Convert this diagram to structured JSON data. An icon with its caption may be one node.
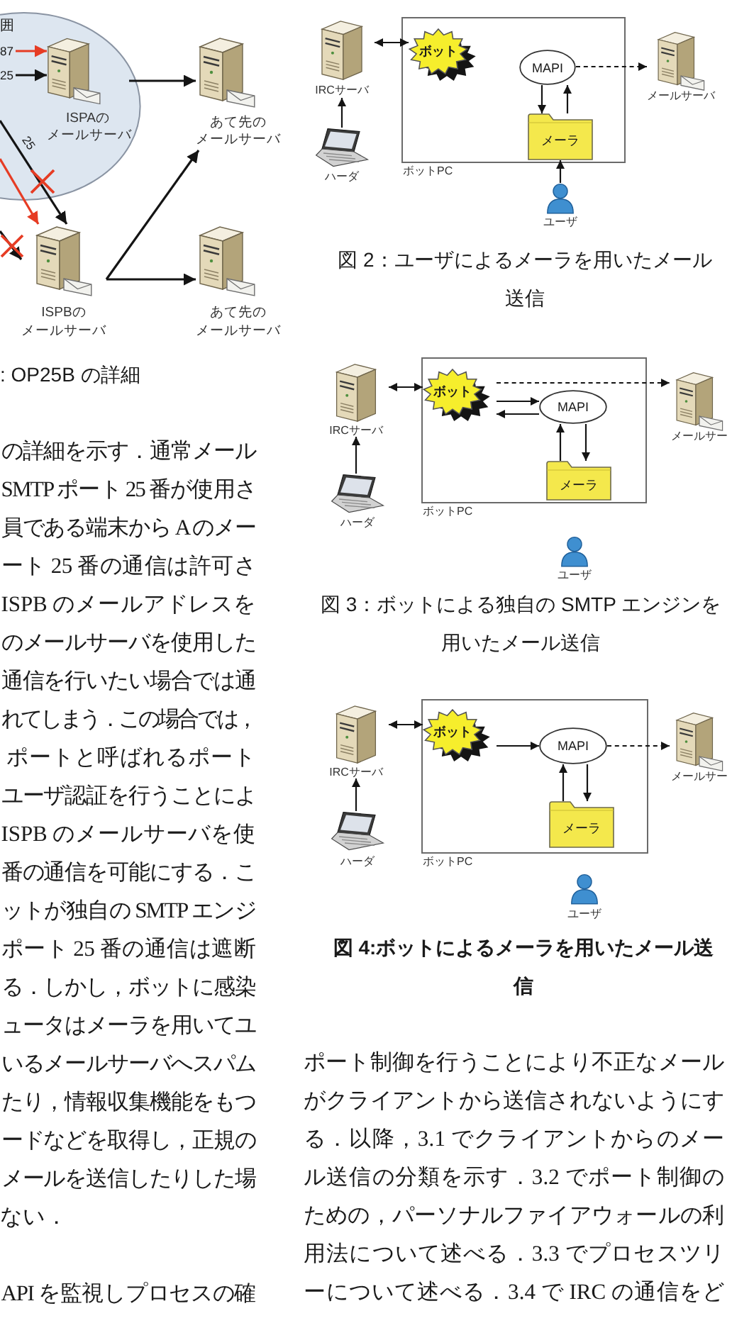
{
  "diagram": {
    "nodes": [
      {
        "text": [
          "囲"
        ]
      },
      {
        "text": [
          "87"
        ],
        "in": 0
      },
      {
        "text": [
          "25"
        ],
        "in": 0
      },
      {
        "text": [
          "ISPAのメールサーバ"
        ],
        "in": 0
      },
      {
        "text": [
          "あて先のメールサーバ"
        ]
      },
      {
        "text": [
          "ISPBのメールサーバ"
        ]
      },
      {
        "text": [
          "あて先のメールサーバ"
        ]
      },
      {
        "text": [
          "IRCサーバ"
        ]
      },
      {
        "text": [
          "ハーダ"
        ]
      },
      {
        "text": [
          "ボットPC"
        ]
      },
      {
        "text": [
          "ボット"
        ],
        "in": 9
      },
      {
        "text": [
          "MAPI"
        ],
        "in": 9
      },
      {
        "text": [
          "メーラ"
        ],
        "in": 9
      },
      {
        "text": [
          "ユーザ"
        ]
      },
      {
        "text": [
          "メールサーバ"
        ]
      },
      {
        "text": [
          "IRCサーバ"
        ]
      },
      {
        "text": [
          "ハーダ"
        ]
      },
      {
        "text": [
          "ボットPC"
        ]
      },
      {
        "text": [
          "ボット"
        ],
        "in": 17
      },
      {
        "text": [
          "MAPI"
        ],
        "in": 17
      },
      {
        "text": [
          "メーラ"
        ],
        "in": 17
      },
      {
        "text": [
          "ユーザ"
        ]
      },
      {
        "text": [
          "メールサー"
        ]
      },
      {
        "text": [
          "IRCサーバ"
        ]
      },
      {
        "text": [
          "ハーダ"
        ]
      },
      {
        "text": [
          "ボットPC"
        ]
      },
      {
        "text": [
          "ボット"
        ],
        "in": 25
      },
      {
        "text": [
          "MAPI"
        ],
        "in": 25
      },
      {
        "text": [
          "メーラ"
        ],
        "in": 25
      },
      {
        "text": [
          "ユーザ"
        ]
      },
      {
        "text": [
          "メールサー"
        ]
      }
    ],
    "edges": [
      {
        "from": 1,
        "to": 3,
        "arrow": "to",
        "color": "#e63c24"
      },
      {
        "from": 2,
        "to": 3,
        "arrow": "to"
      },
      {
        "from": 3,
        "to": 4,
        "arrow": "to"
      },
      {
        "from": 0,
        "to": 5,
        "arrow": "to",
        "label": "25"
      },
      {
        "from": 0,
        "to": 5,
        "arrow": "to",
        "color": "#e63c24"
      },
      {
        "from": null,
        "to": 5,
        "arrow": "to"
      },
      {
        "from": 5,
        "to": 4,
        "arrow": "to"
      },
      {
        "from": 5,
        "to": 6,
        "arrow": "to"
      },
      {
        "from": 7,
        "to": 10,
        "arrow": "both"
      },
      {
        "from": 8,
        "to": 7,
        "arrow": "to"
      },
      {
        "from": 11,
        "to": 14,
        "arrow": "to",
        "style": "dashed"
      },
      {
        "from": 11,
        "to": 12,
        "arrow": "to"
      },
      {
        "from": 12,
        "to": 11,
        "arrow": "to"
      },
      {
        "from": 13,
        "to": 12,
        "arrow": "to"
      },
      {
        "from": 15,
        "to": 18,
        "arrow": "both"
      },
      {
        "from": 16,
        "to": 15,
        "arrow": "to"
      },
      {
        "from": 18,
        "to": 22,
        "arrow": "to",
        "style": "dashed"
      },
      {
        "from": 18,
        "to": 19,
        "arrow": "to"
      },
      {
        "from": 19,
        "to": 18,
        "arrow": "to"
      },
      {
        "from": 20,
        "to": 19,
        "arrow": "to"
      },
      {
        "from": 19,
        "to": 20,
        "arrow": "to"
      },
      {
        "from": 23,
        "to": 26,
        "arrow": "both"
      },
      {
        "from": 24,
        "to": 23,
        "arrow": "to"
      },
      {
        "from": 26,
        "to": 27,
        "arrow": "to"
      },
      {
        "from": 27,
        "to": 30,
        "arrow": "to",
        "style": "dashed"
      },
      {
        "from": 28,
        "to": 27,
        "arrow": "to"
      },
      {
        "from": 27,
        "to": 28,
        "arrow": "to"
      }
    ],
    "labels": [
      ": OP25B の詳細",
      "の詳細を示す．通常メール",
      "SMTP ポート 25 番が使用さ",
      "員である端末から A のメー",
      "ート 25 番の通信は許可さ",
      "ISPB のメールアドレスを",
      "のメールサーバを使用した",
      "通信を行いたい場合では通",
      "れてしまう．この場合では，",
      "ポートと呼ばれるポート",
      "ユーザ認証を行うことによ",
      "ISPB のメールサーバを使",
      "番の通信を可能にする．こ",
      "ットが独自の SMTP エンジ",
      "ポート 25 番の通信は遮断",
      "る．しかし，ボットに感染",
      "ュータはメーラを用いてユ",
      "いるメールサーバへスパム",
      "たり，情報収集機能をもつ",
      "ードなどを取得し，正規の",
      "メールを送信したりした場",
      "ない．",
      "API を監視しプロセスの確",
      "図 2：ユーザによるメーラを用いたメール送信",
      "図 3：ボットによる独自の SMTP エンジンを用いたメール送信",
      "図 4:ボットによるメーラを用いたメール送信",
      "ポート制御を行うことにより不正なメールがクライアントから送信されないようにする．以降，3.1 でクライアントからのメール送信の分類を示す．3.2 でポート制御のための，パーソナルファイアウォールの利用法について述べる．3.3 でプロセスツリーについて述べる．3.4 で IRC の通信をど"
    ]
  }
}
